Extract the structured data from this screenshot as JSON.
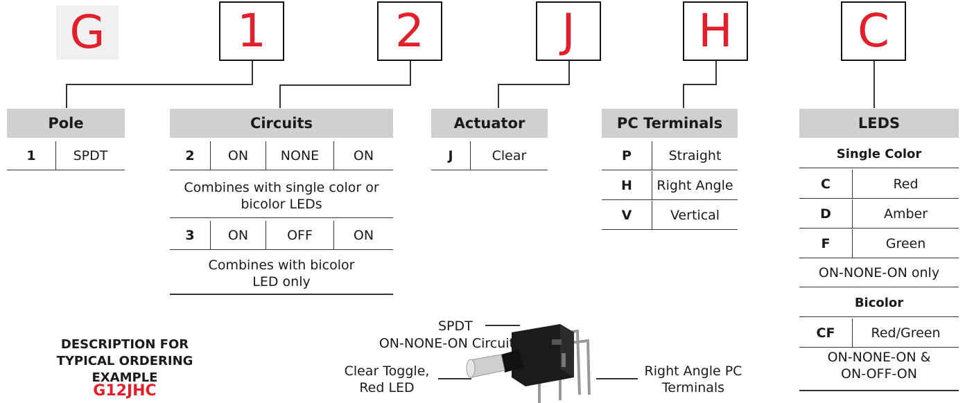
{
  "codes": [
    "G",
    "1",
    "2",
    "J",
    "H",
    "C"
  ],
  "pole": {
    "title": "Pole",
    "rows": [
      {
        "key": "1",
        "vals": [
          "SPDT"
        ]
      }
    ]
  },
  "circuits": {
    "title": "Circuits",
    "rows": [
      {
        "key": "2",
        "vals": [
          "ON",
          "NONE",
          "ON"
        ],
        "note": "Combines with single color or bicolor LEDs"
      },
      {
        "key": "3",
        "vals": [
          "ON",
          "OFF",
          "ON"
        ],
        "note": "Combines with bicolor LED only"
      }
    ]
  },
  "actuator": {
    "title": "Actuator",
    "rows": [
      {
        "key": "J",
        "vals": [
          "Clear"
        ]
      }
    ]
  },
  "terminals": {
    "title": "PC Terminals",
    "rows": [
      {
        "key": "P",
        "vals": [
          "Straight"
        ]
      },
      {
        "key": "H",
        "vals": [
          "Right Angle"
        ]
      },
      {
        "key": "V",
        "vals": [
          "Vertical"
        ]
      }
    ]
  },
  "leds": {
    "title": "LEDS",
    "single_label": "Single Color",
    "single": [
      {
        "key": "C",
        "val": "Red"
      },
      {
        "key": "D",
        "val": "Amber"
      },
      {
        "key": "F",
        "val": "Green"
      }
    ],
    "single_note": "ON-NONE-ON only",
    "bicolor_label": "Bicolor",
    "bicolor": [
      {
        "key": "CF",
        "val": "Red/Green"
      }
    ],
    "bicolor_note": "ON-NONE-ON & ON-OFF-ON"
  },
  "description": {
    "title": "DESCRIPTION FOR TYPICAL ORDERING EXAMPLE",
    "order": "G12JHC"
  },
  "callouts": {
    "spdt": "SPDT",
    "circuit": "ON-NONE-ON Circuit",
    "toggle": "Clear Toggle, Red LED",
    "terminals": "Right Angle PC Terminals"
  },
  "colors": {
    "accent": "#e2202b",
    "header_bg": "#d0d0d0",
    "code_bg": "#f0f0f0"
  }
}
